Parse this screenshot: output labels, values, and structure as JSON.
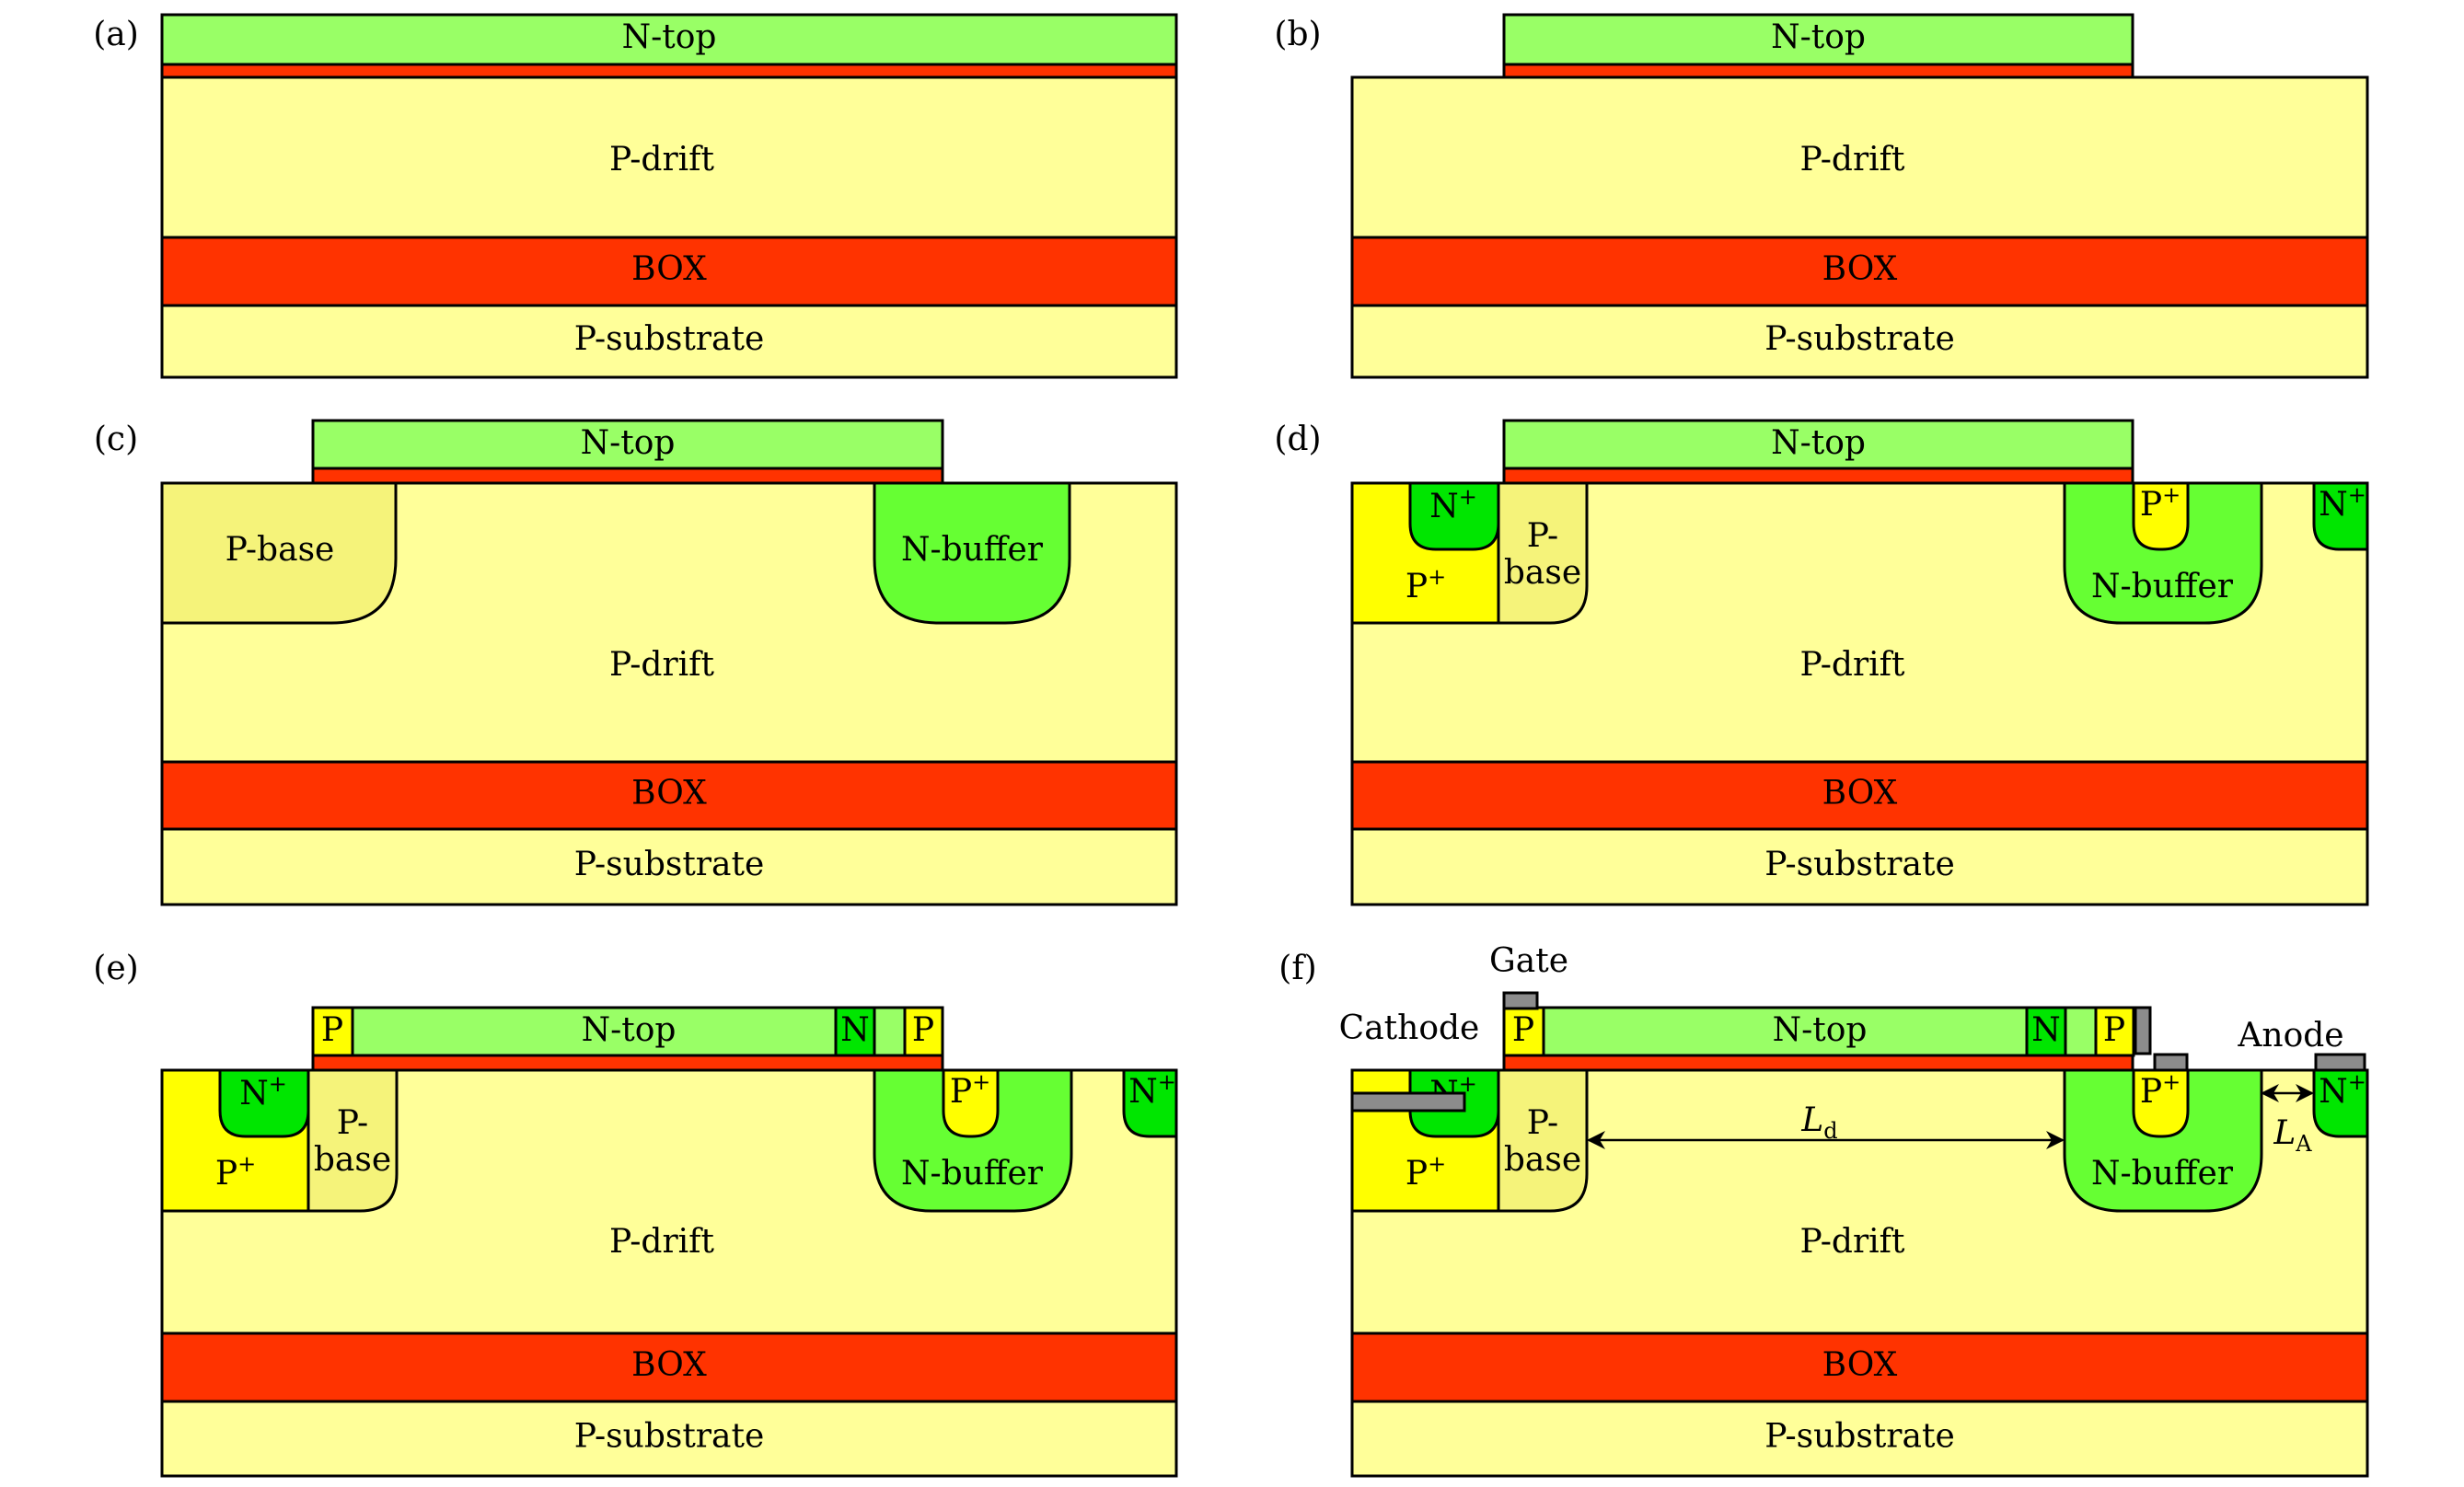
{
  "figure": {
    "colors": {
      "n_top": "#99FF66",
      "oxide": "#FF3300",
      "p_drift": "#FFFF99",
      "box": "#FF3300",
      "p_substrate": "#FFFF99",
      "p_base": "#F5F37A",
      "n_buffer": "#66FF33",
      "p_plus": "#FFFF00",
      "n_plus": "#00E600",
      "electrode": "#8C8C8C",
      "background": "#FFFFFF"
    },
    "panels": [
      {
        "id": "a",
        "label": "(a)",
        "layers": {
          "n_top": "N-top",
          "p_drift": "P-drift",
          "box": "BOX",
          "p_substrate": "P-substrate"
        }
      },
      {
        "id": "b",
        "label": "(b)",
        "layers": {
          "n_top": "N-top",
          "p_drift": "P-drift",
          "box": "BOX",
          "p_substrate": "P-substrate"
        }
      },
      {
        "id": "c",
        "label": "(c)",
        "layers": {
          "n_top": "N-top",
          "p_drift": "P-drift",
          "box": "BOX",
          "p_substrate": "P-substrate",
          "p_base": "P-base",
          "n_buffer": "N-buffer"
        }
      },
      {
        "id": "d",
        "label": "(d)",
        "layers": {
          "n_top": "N-top",
          "p_drift": "P-drift",
          "box": "BOX",
          "p_substrate": "P-substrate",
          "p_base_line1": "P-",
          "p_base_line2": "base",
          "n_buffer": "N-buffer",
          "p_plus": "P",
          "n_plus": "N",
          "plus": "+"
        }
      },
      {
        "id": "e",
        "label": "(e)",
        "layers": {
          "n_top": "N-top",
          "p_drift": "P-drift",
          "box": "BOX",
          "p_substrate": "P-substrate",
          "p_base_line1": "P-",
          "p_base_line2": "base",
          "n_buffer": "N-buffer",
          "p_plus": "P",
          "n_plus": "N",
          "plus": "+",
          "gate_p": "P",
          "gate_n": "N"
        }
      },
      {
        "id": "f",
        "label": "(f)",
        "layers": {
          "n_top": "N-top",
          "p_drift": "P-drift",
          "box": "BOX",
          "p_substrate": "P-substrate",
          "p_base_line1": "P-",
          "p_base_line2": "base",
          "n_buffer": "N-buffer",
          "p_plus": "P",
          "n_plus": "N",
          "plus": "+",
          "gate_p": "P",
          "gate_n": "N"
        },
        "electrodes": {
          "gate": "Gate",
          "cathode": "Cathode",
          "anode": "Anode"
        },
        "dimensions": {
          "ld_main": "L",
          "ld_sub": "d",
          "la_main": "L",
          "la_sub": "A"
        }
      }
    ]
  }
}
